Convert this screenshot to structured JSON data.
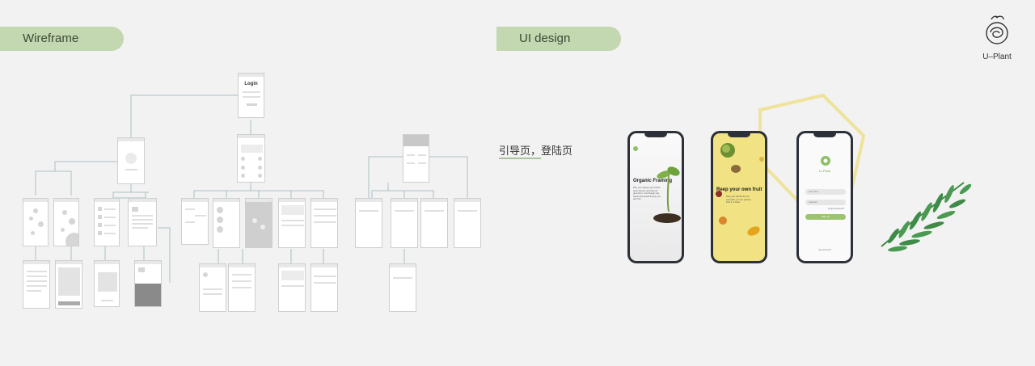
{
  "header": {
    "wireframe_label": "Wireframe",
    "ui_design_label": "UI design",
    "brand_name": "U–Plant"
  },
  "section": {
    "title": "引导页，登陆页"
  },
  "wireframe": {
    "login_title": "Login"
  },
  "phones": [
    {
      "title": "Organic Framing",
      "body": "Plan your sayings, go to Plant, seed, harvest, and travel to grow them. Just through your hands and spread the joy, your own fruit."
    },
    {
      "title": "Reep your own fruit",
      "body": "Have your favorite fruit on your table, you can produce fruits in a better."
    },
    {
      "brand": "U–Plant",
      "username_placeholder": "user name",
      "password_placeholder": "password",
      "forgot_label": "Forget password?",
      "signup_label": "Sign up",
      "account_label": "New account?"
    }
  ],
  "colors": {
    "background": "#f2f2f2",
    "pill": "#c3d7b1",
    "accent_green": "#9cc46f",
    "phone_yellow": "#f1e283",
    "frame_yellow": "#efe39b",
    "leaf_green": "#3f8a48"
  }
}
